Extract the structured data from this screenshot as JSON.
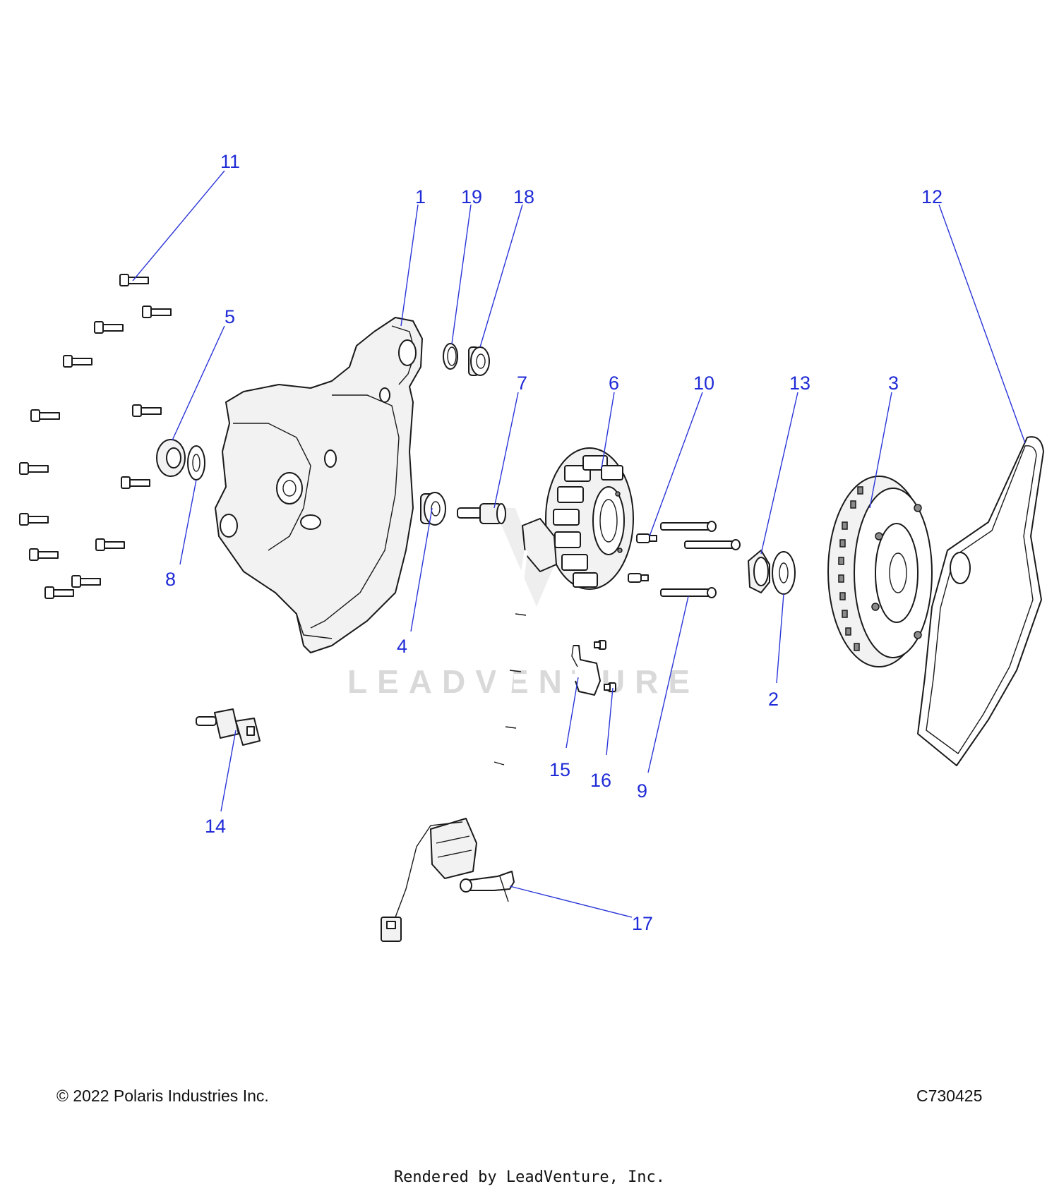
{
  "callouts": [
    {
      "id": "c1",
      "label": "1"
    },
    {
      "id": "c2",
      "label": "2"
    },
    {
      "id": "c3",
      "label": "3"
    },
    {
      "id": "c4",
      "label": "4"
    },
    {
      "id": "c5",
      "label": "5"
    },
    {
      "id": "c6",
      "label": "6"
    },
    {
      "id": "c7",
      "label": "7"
    },
    {
      "id": "c8",
      "label": "8"
    },
    {
      "id": "c9",
      "label": "9"
    },
    {
      "id": "c10",
      "label": "10"
    },
    {
      "id": "c11",
      "label": "11"
    },
    {
      "id": "c12",
      "label": "12"
    },
    {
      "id": "c13",
      "label": "13"
    },
    {
      "id": "c14",
      "label": "14"
    },
    {
      "id": "c15",
      "label": "15"
    },
    {
      "id": "c16",
      "label": "16"
    },
    {
      "id": "c17",
      "label": "17"
    },
    {
      "id": "c18",
      "label": "18"
    },
    {
      "id": "c19",
      "label": "19"
    }
  ],
  "watermark": "LEADVENTURE",
  "footer": {
    "copyright": "© 2022 Polaris Industries Inc.",
    "diagram_code": "C730425",
    "rendered_by": "Rendered by LeadVenture, Inc."
  }
}
